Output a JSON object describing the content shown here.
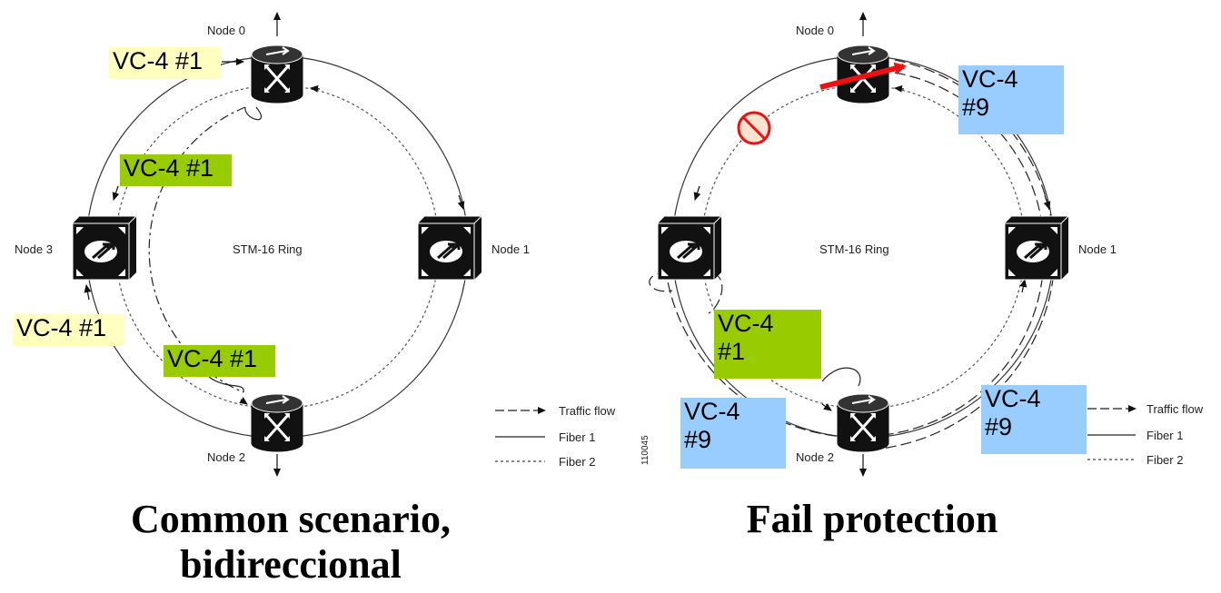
{
  "left": {
    "nodes": [
      "Node 0",
      "Node 1",
      "Node 2",
      "Node 3"
    ],
    "ring_label": "STM-16 Ring",
    "tags": [
      "VC-4 #1",
      "VC-4 #1",
      "VC-4 #1",
      "VC-4 #1"
    ],
    "legend": [
      "Traffic flow",
      "Fiber 1",
      "Fiber 2"
    ],
    "figure_id": "110045",
    "caption_line1": "Common scenario,",
    "caption_line2": "bidireccional"
  },
  "right": {
    "nodes": [
      "Node 0",
      "Node 1",
      "Node 2"
    ],
    "ring_label": "STM-16 Ring",
    "tags": [
      "VC-4\n#9",
      "VC-4\n#1",
      "VC-4\n#9",
      "VC-4\n#9"
    ],
    "legend": [
      "Traffic flow",
      "Fiber 1",
      "Fiber 2"
    ],
    "caption": "Fail protection"
  },
  "colors": {
    "yellow_tag": "#ffffc0",
    "green_tag": "#99cc00",
    "blue_tag": "#99ccff",
    "failure_arrow": "#ee1111",
    "failure_symbol": "#ee1111"
  }
}
